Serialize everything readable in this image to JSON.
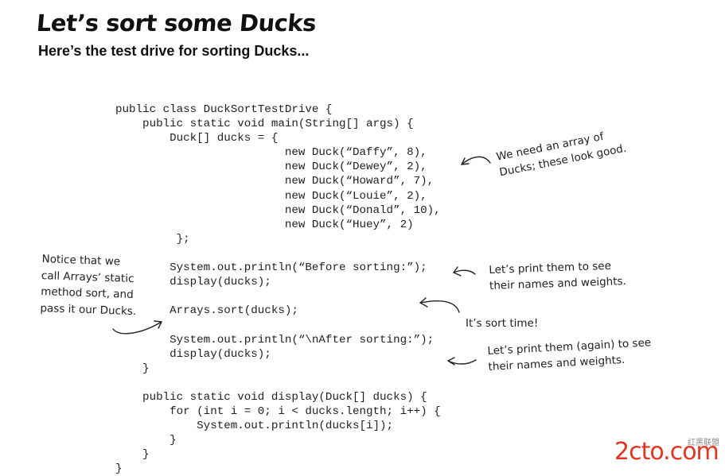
{
  "heading": {
    "title": "Let’s sort some Ducks",
    "subtitle": "Here’s the test drive for sorting Ducks..."
  },
  "code_lines": [
    "public class DuckSortTestDrive {",
    "    public static void main(String[] args) {",
    "        Duck[] ducks = {",
    "                         new Duck(“Daffy”, 8),",
    "                         new Duck(“Dewey”, 2),",
    "                         new Duck(“Howard”, 7),",
    "                         new Duck(“Louie”, 2),",
    "                         new Duck(“Donald”, 10),",
    "                         new Duck(“Huey”, 2)",
    "         };",
    "",
    "        System.out.println(“Before sorting:”);",
    "        display(ducks);",
    "",
    "        Arrays.sort(ducks);",
    "",
    "        System.out.println(“\\nAfter sorting:”);",
    "        display(ducks);",
    "    }",
    "",
    "    public static void display(Duck[] ducks) {",
    "        for (int i = 0; i < ducks.length; i++) {",
    "            System.out.println(ducks[i]);",
    "        }",
    "    }",
    "}"
  ],
  "annotations": {
    "array": [
      "We need an array of",
      "Ducks; these look good."
    ],
    "print_before": [
      "Let’s print them to see",
      "their names and weights."
    ],
    "sort_time": [
      "It’s sort time!"
    ],
    "print_after": [
      "Let’s print them (again) to see",
      "their names and weights."
    ],
    "notice": [
      "Notice that we",
      "call Arrays’ static",
      "method sort, and",
      "pass it our Ducks."
    ]
  },
  "watermark": {
    "main": "2cto.com",
    "sub": "红黑联盟"
  },
  "colors": {
    "text": "#111111",
    "watermark_red": "#e53322",
    "watermark_gray": "#8a8a8a"
  }
}
